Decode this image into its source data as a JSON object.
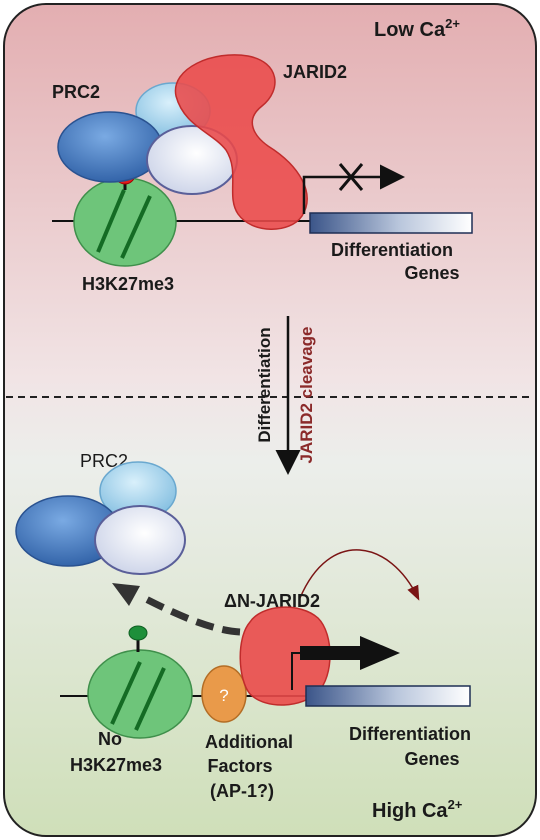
{
  "top_panel": {
    "condition_prefix": "Low Ca",
    "condition_sup": "2+",
    "complex_label": "PRC2",
    "jarid2_label": "JARID2",
    "mark_label": "H3K27me3",
    "genes_line1": "Differentiation",
    "genes_line2": "Genes"
  },
  "transition": {
    "process_label": "Differentiation",
    "cleavage_label": "JARID2 cleavage"
  },
  "bottom_panel": {
    "condition_prefix": "High Ca",
    "condition_sup": "2+",
    "complex_label": "PRC2",
    "jarid2_label": "ΔN-JARID2",
    "no_mark_line1": "No",
    "no_mark_line2": "H3K27me3",
    "factor_symbol": "?",
    "factors_line1": "Additional",
    "factors_line2": "Factors",
    "factors_line3": "(AP-1?)",
    "genes_line1": "Differentiation",
    "genes_line2": "Genes"
  },
  "colors": {
    "top_bg": "#e3aeb1",
    "bottom_bg": "#cfdfb9",
    "prc2_blue": "#4a7fc4",
    "prc2_light": "#a9d4ec",
    "jarid2_red": "#ea4a4a",
    "nucleosome_green": "#6ec57a",
    "factor_orange": "#e99a4a",
    "cleavage_text": "#8b2a2a"
  }
}
